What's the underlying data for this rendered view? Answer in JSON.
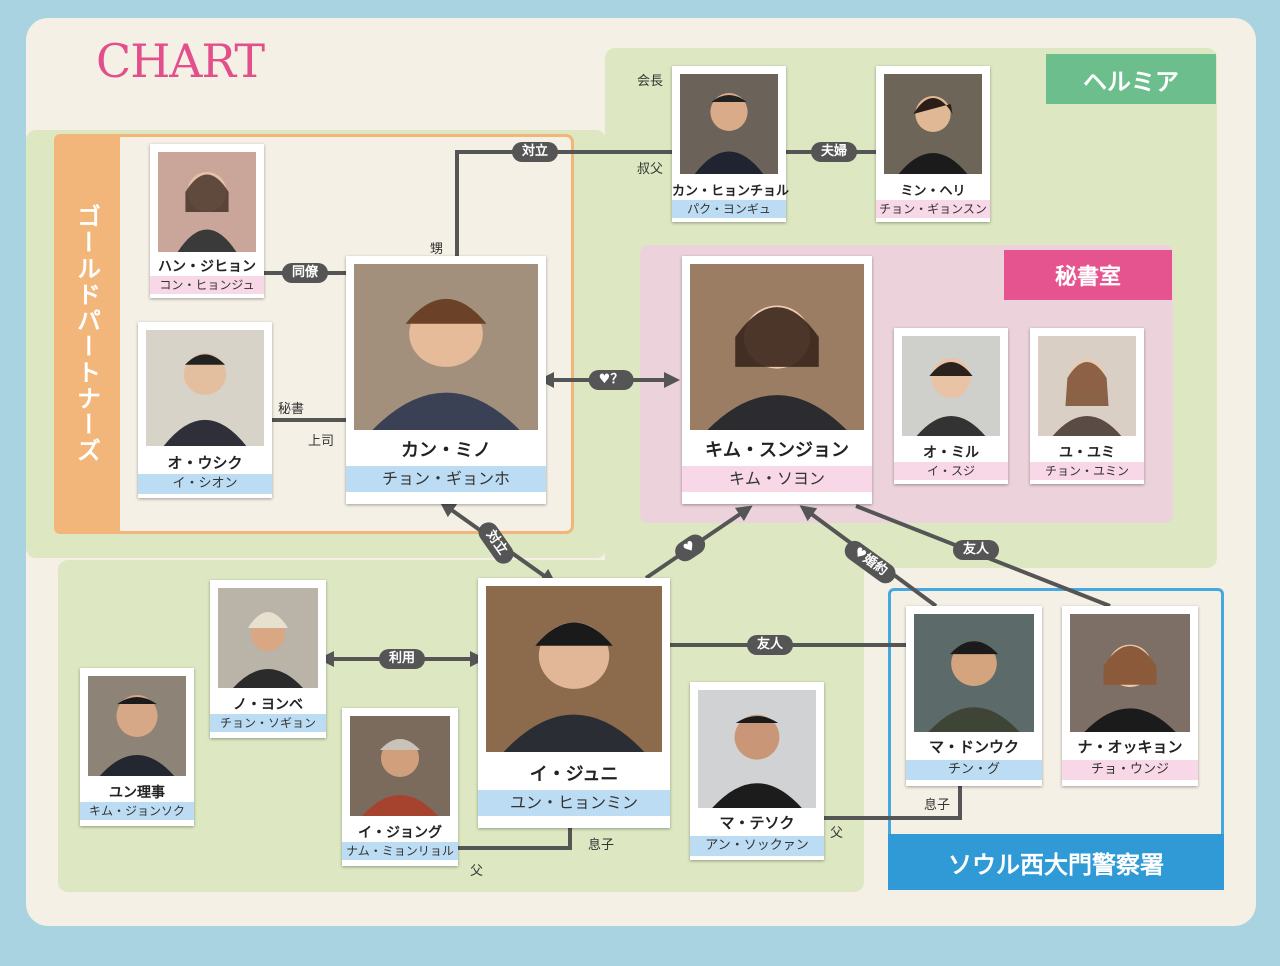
{
  "title": "CHART",
  "groups": {
    "helmia": "ヘルミア",
    "secretary": "秘書室",
    "gold": "ゴールドパートナーズ",
    "police": "ソウル西大門警察署"
  },
  "characters": {
    "han": {
      "name": "ハン・ジヒョン",
      "actor": "コン・ヒョンジュ"
    },
    "oh": {
      "name": "オ・ウシク",
      "actor": "イ・シオン"
    },
    "kang": {
      "name": "カン・ミノ",
      "actor": "チョン・ギョンホ"
    },
    "hyon": {
      "name": "カン・ヒョンチョル",
      "actor": "パク・ヨンギュ"
    },
    "min": {
      "name": "ミン・ヘリ",
      "actor": "チョン・ギョンスン"
    },
    "kim": {
      "name": "キム・スンジョン",
      "actor": "キム・ソヨン"
    },
    "omil": {
      "name": "オ・ミル",
      "actor": "イ・スジ"
    },
    "yu": {
      "name": "ユ・ユミ",
      "actor": "チョン・ユミン"
    },
    "no": {
      "name": "ノ・ヨンベ",
      "actor": "チョン・ソギョン"
    },
    "yun": {
      "name": "ユン理事",
      "actor": "キム・ジョンソク"
    },
    "ijo": {
      "name": "イ・ジョング",
      "actor": "ナム・ミョンリョル"
    },
    "ijun": {
      "name": "イ・ジュニ",
      "actor": "ユン・ヒョンミン"
    },
    "mateo": {
      "name": "マ・テソク",
      "actor": "アン・ソックァン"
    },
    "madon": {
      "name": "マ・ドンウク",
      "actor": "チン・グ"
    },
    "na": {
      "name": "ナ・オッキョン",
      "actor": "チョ・ウンジ"
    }
  },
  "relations": {
    "taiRitsu": "対立",
    "fufu": "夫婦",
    "kaicho": "会長",
    "oji": "叔父",
    "oi": "甥",
    "dorei": "同僚",
    "hisho": "秘書",
    "joshi": "上司",
    "love": "♥？",
    "taiRitsu2": "対立",
    "heart": "♥",
    "konyaku": "♥婚約",
    "yujin1": "友人",
    "yujin2": "友人",
    "riyo": "利用",
    "musuko1": "息子",
    "chichi1": "父",
    "musuko2": "息子",
    "chichi2": "父"
  }
}
